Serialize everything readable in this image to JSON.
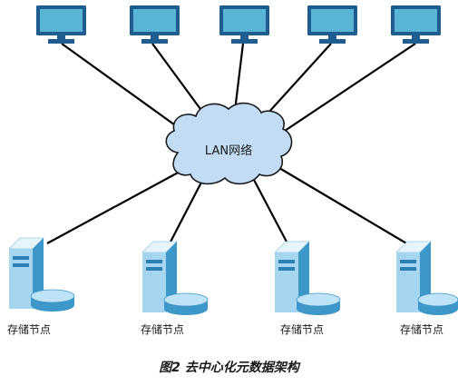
{
  "network": {
    "label": "LAN网络"
  },
  "clients": [
    {
      "icon": "monitor-icon"
    },
    {
      "icon": "monitor-icon"
    },
    {
      "icon": "monitor-icon"
    },
    {
      "icon": "monitor-icon"
    },
    {
      "icon": "monitor-icon"
    }
  ],
  "storage_nodes": [
    {
      "label": "存储节点",
      "icon": "server-icon"
    },
    {
      "label": "存储节点",
      "icon": "server-icon"
    },
    {
      "label": "存储节点",
      "icon": "server-icon"
    },
    {
      "label": "存储节点",
      "icon": "server-icon"
    }
  ],
  "caption": "图2  去中心化元数据架构",
  "colors": {
    "monitor_frame": "#1f5c8f",
    "monitor_screen": "#5ab4d6",
    "cloud": "#c2dcf5",
    "server_light": "#e6f4fc",
    "server_mid": "#a6d6ef",
    "server_dark": "#3d97c8",
    "line": "#000000"
  }
}
